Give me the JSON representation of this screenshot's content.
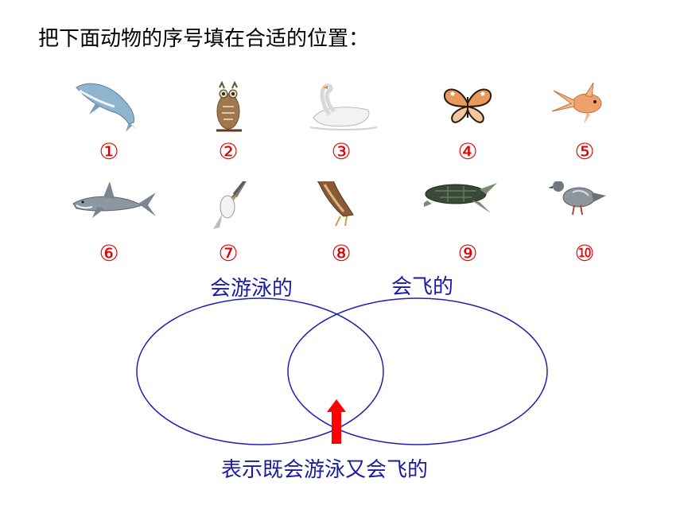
{
  "instruction": "把下面动物的序号填在合适的位置：",
  "animals": [
    {
      "id": "whale",
      "number": "①"
    },
    {
      "id": "owl",
      "number": "②"
    },
    {
      "id": "swan",
      "number": "③"
    },
    {
      "id": "butterfly",
      "number": "④"
    },
    {
      "id": "flying-fish",
      "number": "⑤"
    },
    {
      "id": "shark",
      "number": "⑥"
    },
    {
      "id": "gull",
      "number": "⑦"
    },
    {
      "id": "hawk",
      "number": "⑧"
    },
    {
      "id": "turtle",
      "number": "⑨"
    },
    {
      "id": "pigeon",
      "number": "⑩"
    }
  ],
  "venn": {
    "left_label": "会游泳的",
    "right_label": "会飞的",
    "intersection_caption": "表示既会游泳又会飞的",
    "circle_color": "#2020b0",
    "arrow_color": "#ff0000"
  },
  "colors": {
    "number_red": "#e00000",
    "label_blue": "#1a1aa8"
  }
}
